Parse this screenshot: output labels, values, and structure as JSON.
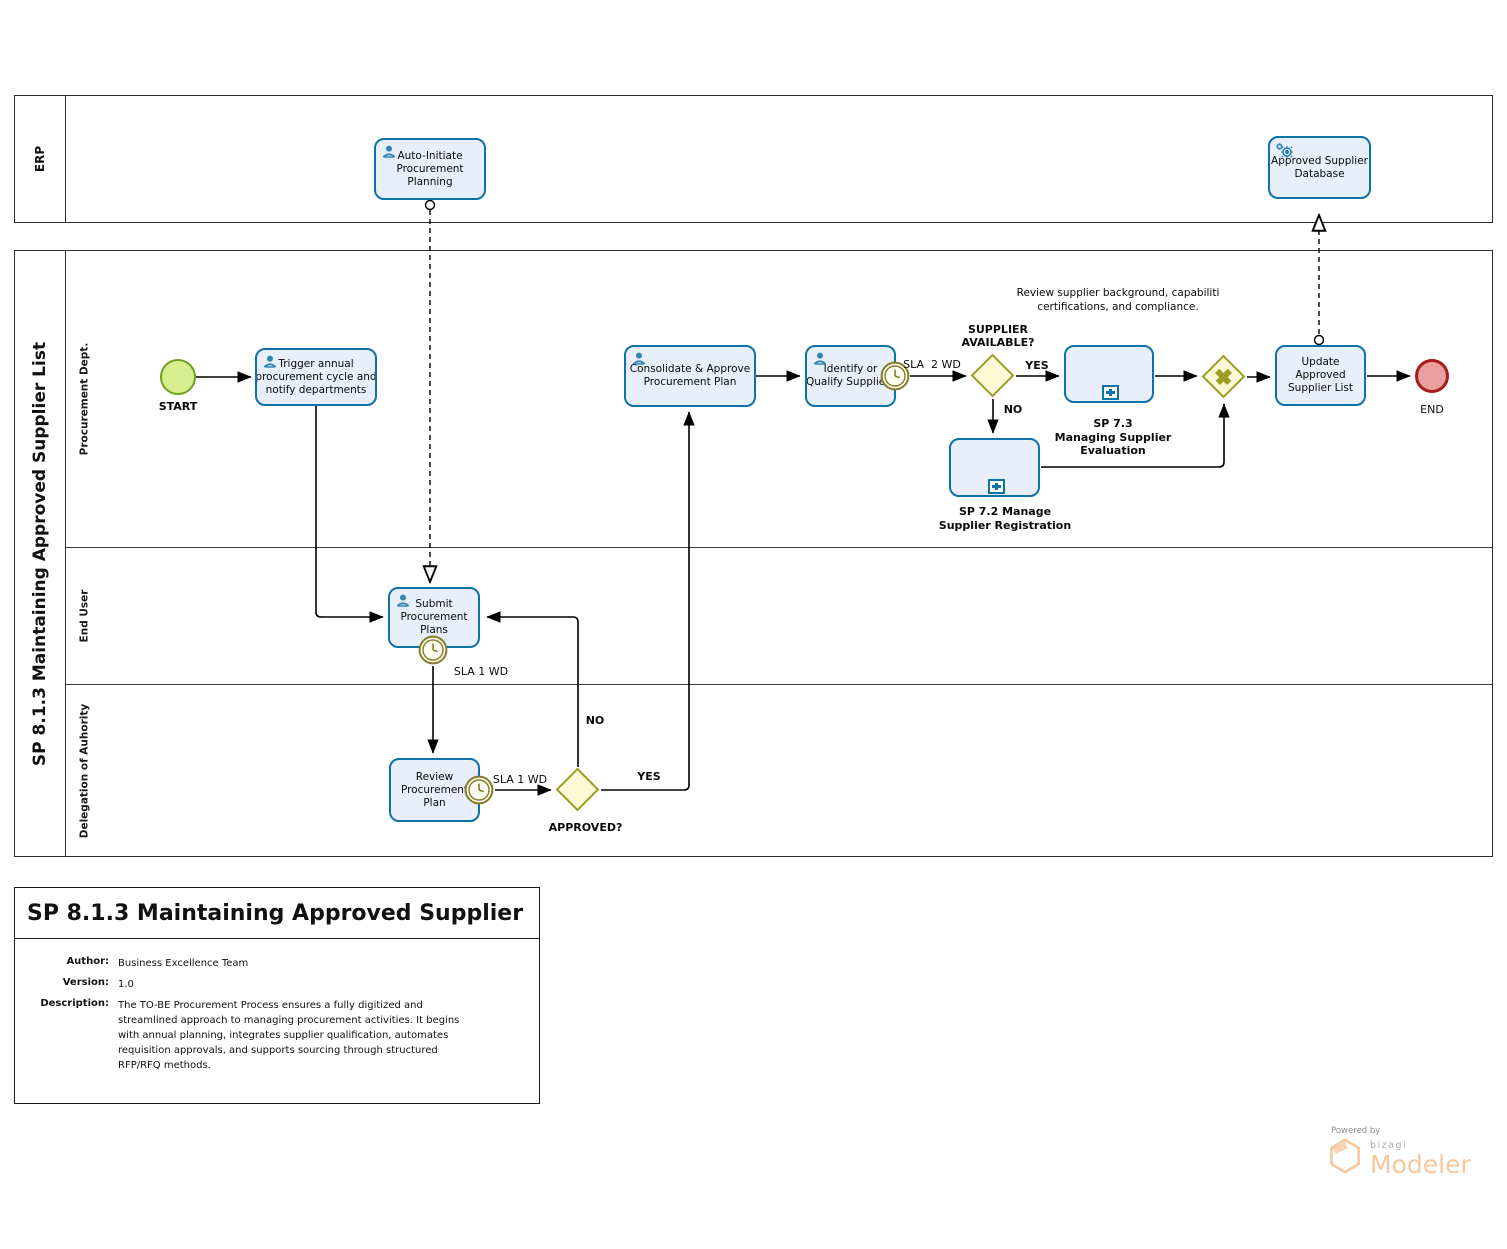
{
  "pools": {
    "erp": {
      "label": "ERP"
    },
    "main": {
      "label": "SP 8.1.3 Maintaining Approved Supplier List",
      "lanes": [
        "Procurement Dept.",
        "End User",
        "Delegation of Auhority"
      ]
    }
  },
  "nodes": {
    "auto_initiate": {
      "label": "Auto-Initiate\nProcurement\nPlanning",
      "type": "user task"
    },
    "supplier_db": {
      "label": "Approved Supplier\nDatabase",
      "type": "service task"
    },
    "start": {
      "label": "START",
      "type": "start event"
    },
    "trigger": {
      "label": "Trigger annual\nprocurement cycle and\nnotify departments",
      "type": "user task"
    },
    "consolidate": {
      "label": "Consolidate & Approve\nProcurement Plan",
      "type": "user task"
    },
    "identify": {
      "label": "Identify or\nQualify Suppliers",
      "type": "user task with timer"
    },
    "gw_supplier": {
      "label": "SUPPLIER\nAVAILABLE?",
      "type": "gateway"
    },
    "sp73": {
      "label": "SP 7.3\nManaging Supplier\nEvaluation",
      "type": "subprocess"
    },
    "sp72": {
      "label": "SP 7.2 Manage\nSupplier Registration",
      "type": "subprocess"
    },
    "gw_merge": {
      "type": "exclusive gateway"
    },
    "update": {
      "label": "Update\nApproved\nSupplier List",
      "type": "task"
    },
    "end": {
      "label": "END",
      "type": "end event"
    },
    "submit": {
      "label": "Submit\nProcurement\nPlans",
      "type": "user task with timer"
    },
    "review": {
      "label": "Review\nProcurement\nPlan",
      "type": "task with timer"
    },
    "gw_approved": {
      "label": "APPROVED?",
      "type": "gateway"
    },
    "annotation": {
      "label": "Review supplier background, capabiliti\ncertifications, and compliance."
    }
  },
  "flow_labels": {
    "sla_2wd": "SLA  2 WD",
    "sla_1wd_submit": "SLA 1 WD",
    "sla_1wd_review": "SLA 1 WD",
    "yes_supplier": "YES",
    "no_supplier": "NO",
    "yes_approved": "YES",
    "no_approved": "NO"
  },
  "info_box": {
    "title": "SP 8.1.3 Maintaining Approved Supplier",
    "author_label": "Author:",
    "author": "Business Excellence Team",
    "version_label": "Version:",
    "version": "1.0",
    "description_label": "Description:",
    "description": "The TO-BE Procurement Process ensures a fully digitized and\nstreamlined approach to managing procurement activities. It begins\nwith annual planning, integrates supplier qualification, automates\nrequisition approvals, and supports sourcing through structured\nRFP/RFQ methods."
  },
  "footer": {
    "powered_by": "Powered by",
    "brand": "bizagi",
    "product": "Modeler"
  },
  "colors": {
    "task_fill": "#e9eefb",
    "task_border": "#0d72a7",
    "gateway_fill": "#fbfad5",
    "gateway_border": "#9c9c24",
    "timer_stroke": "#857a28",
    "timer_fill": "#fdfcee",
    "start_fill": "#d6ee8d",
    "start_border": "#71a021",
    "end_fill": "#ec9f9f",
    "end_border": "#a81c1c",
    "icon_blue": "#2e86b5",
    "brand_orange": "#f6c79c"
  }
}
